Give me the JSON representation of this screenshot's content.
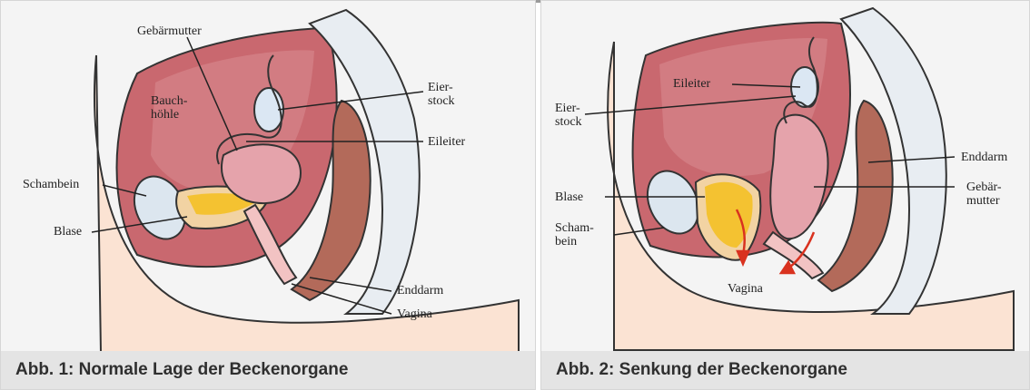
{
  "figures": [
    {
      "caption": "Abb. 1: Normale Lage der Beckenorgane",
      "labels": {
        "uterus": "Gebärmutter",
        "cavity": "Bauch-\nhöhle",
        "ovary": "Eier-\nstock",
        "tube": "Eileiter",
        "pubis": "Schambein",
        "bladder": "Blase",
        "rectum": "Enddarm",
        "vagina": "Vagina"
      }
    },
    {
      "caption": "Abb. 2: Senkung der Beckenorgane",
      "labels": {
        "tube": "Eileiter",
        "ovary": "Eier-\nstock",
        "rectum": "Enddarm",
        "bladder": "Blase",
        "uterus": "Gebär-\nmutter",
        "pubis": "Scham-\nbein",
        "vagina": "Vagina"
      }
    }
  ],
  "colors": {
    "cavity": "#c9686f",
    "tissue": "#e9a18e",
    "skin": "#fbe3d3",
    "bladder_urine": "#f4c231",
    "bone": "#dce6ef",
    "arrow": "#d9321f"
  }
}
